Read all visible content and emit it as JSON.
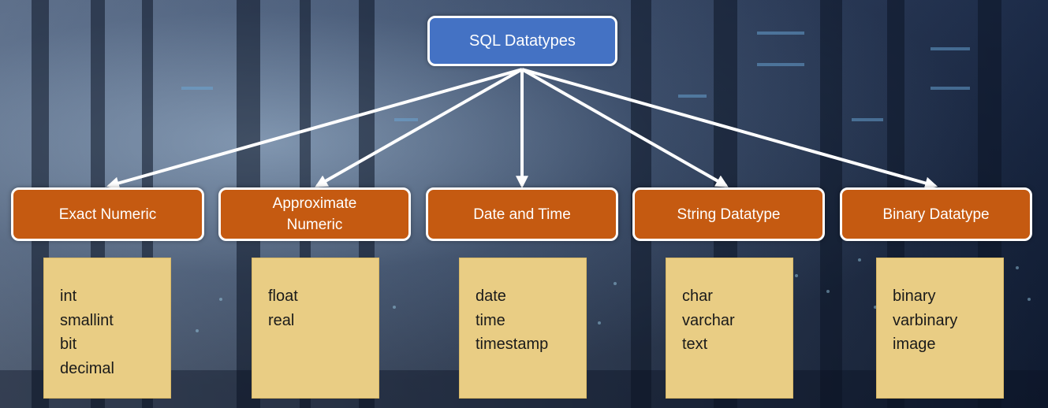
{
  "diagram": {
    "root": {
      "label": "SQL Datatypes"
    },
    "categories": [
      {
        "label": "Exact Numeric",
        "items": [
          "int",
          "smallint",
          "bit",
          "decimal"
        ]
      },
      {
        "label": "Approximate\nNumeric",
        "items": [
          "float",
          "real"
        ]
      },
      {
        "label": "Date and Time",
        "items": [
          "date",
          "time",
          "timestamp"
        ]
      },
      {
        "label": "String Datatype",
        "items": [
          "char",
          "varchar",
          "text"
        ]
      },
      {
        "label": "Binary Datatype",
        "items": [
          "binary",
          "varbinary",
          "image"
        ]
      }
    ]
  },
  "colors": {
    "root_fill": "#4472c4",
    "category_fill": "#c55a11",
    "item_fill": "#e9cd84",
    "border": "#ffffff",
    "arrow": "#ffffff"
  }
}
